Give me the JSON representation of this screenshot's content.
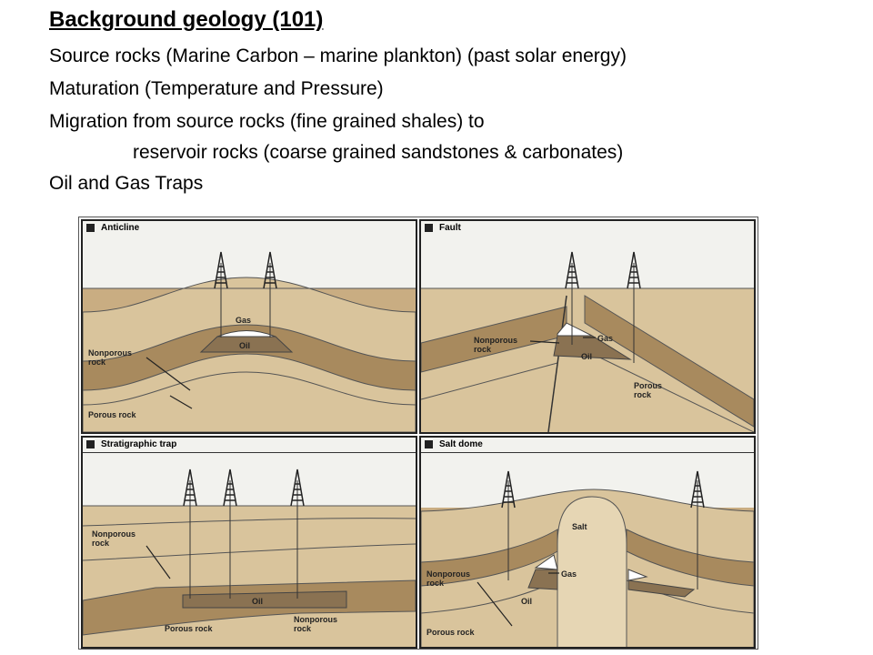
{
  "slide": {
    "title": "Background geology (101)",
    "lines": [
      "Source rocks (Marine Carbon – marine plankton) (past solar energy)",
      "Maturation (Temperature and Pressure)",
      "Migration from source rocks (fine grained shales) to",
      "reservoir rocks (coarse grained sandstones & carbonates)",
      "Oil and Gas Traps"
    ]
  },
  "figure": {
    "colors": {
      "sky": "#f2f2ee",
      "layer_light": "#d9c49c",
      "layer_medium": "#c9ad82",
      "layer_dark": "#a88a5e",
      "oil": "#8a7252",
      "gas": "#ffffff",
      "salt": "#e6d6b4"
    },
    "panels": [
      {
        "title": "Anticline",
        "labels": {
          "gas": "Gas",
          "oil": "Oil",
          "nonporous_1": "Nonporous",
          "nonporous_2": "rock",
          "porous": "Porous rock"
        }
      },
      {
        "title": "Fault",
        "labels": {
          "nonporous_1": "Nonporous",
          "nonporous_2": "rock",
          "gas": "Gas",
          "oil": "Oil",
          "porous_1": "Porous",
          "porous_2": "rock"
        }
      },
      {
        "title": "Stratigraphic trap",
        "labels": {
          "nonporous_1": "Nonporous",
          "nonporous_2": "rock",
          "oil": "Oil",
          "porous": "Porous rock",
          "nonporous_b1": "Nonporous",
          "nonporous_b2": "rock"
        }
      },
      {
        "title": "Salt dome",
        "labels": {
          "salt": "Salt",
          "nonporous_1": "Nonporous",
          "nonporous_2": "rock",
          "gas": "Gas",
          "oil": "Oil",
          "porous": "Porous rock"
        }
      }
    ]
  }
}
